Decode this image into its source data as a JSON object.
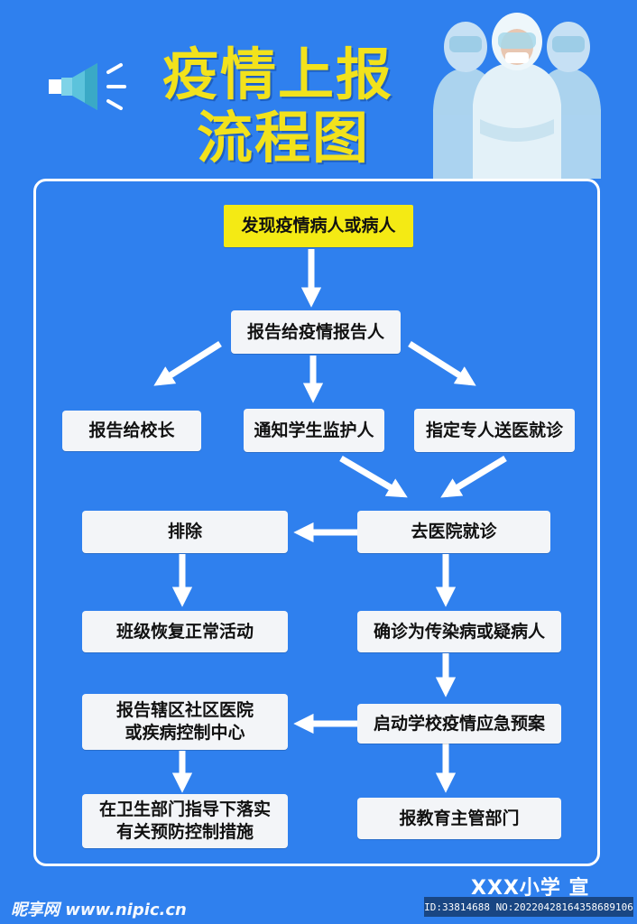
{
  "title": {
    "line1": "疫情上报",
    "line2": "流程图"
  },
  "colors": {
    "background": "#2f80ee",
    "title": "#f2e21c",
    "box": "#f3f5f8",
    "start_box": "#f4ea14",
    "arrow": "#ffffff"
  },
  "icons": {
    "speaker": "speaker-icon",
    "workers": "medical-workers-illustration"
  },
  "steps": {
    "discover": "发现疫情病人或病人",
    "report_reporter": "报告给疫情报告人",
    "report_principal": "报告给校长",
    "notify_guardian": "通知学生监护人",
    "escort_hospital": "指定专人送医就诊",
    "go_hospital": "去医院就诊",
    "excluded": "排除",
    "resume_class": "班级恢复正常活动",
    "confirmed": "确诊为传染病或疑病人",
    "report_cdc_line1": "报告辖区社区医院",
    "report_cdc_line2": "或疾病控制中心",
    "emergency_plan": "启动学校疫情应急预案",
    "implement_line1": "在卫生部门指导下落实",
    "implement_line2": "有关预防控制措施",
    "report_edu": "报教育主管部门"
  },
  "footer": {
    "signature": "XXX小学 宣",
    "watermark_site": "昵享网 www.nipic.cn",
    "watermark_id": "ID:33814688 NO:20220428164358689106"
  }
}
